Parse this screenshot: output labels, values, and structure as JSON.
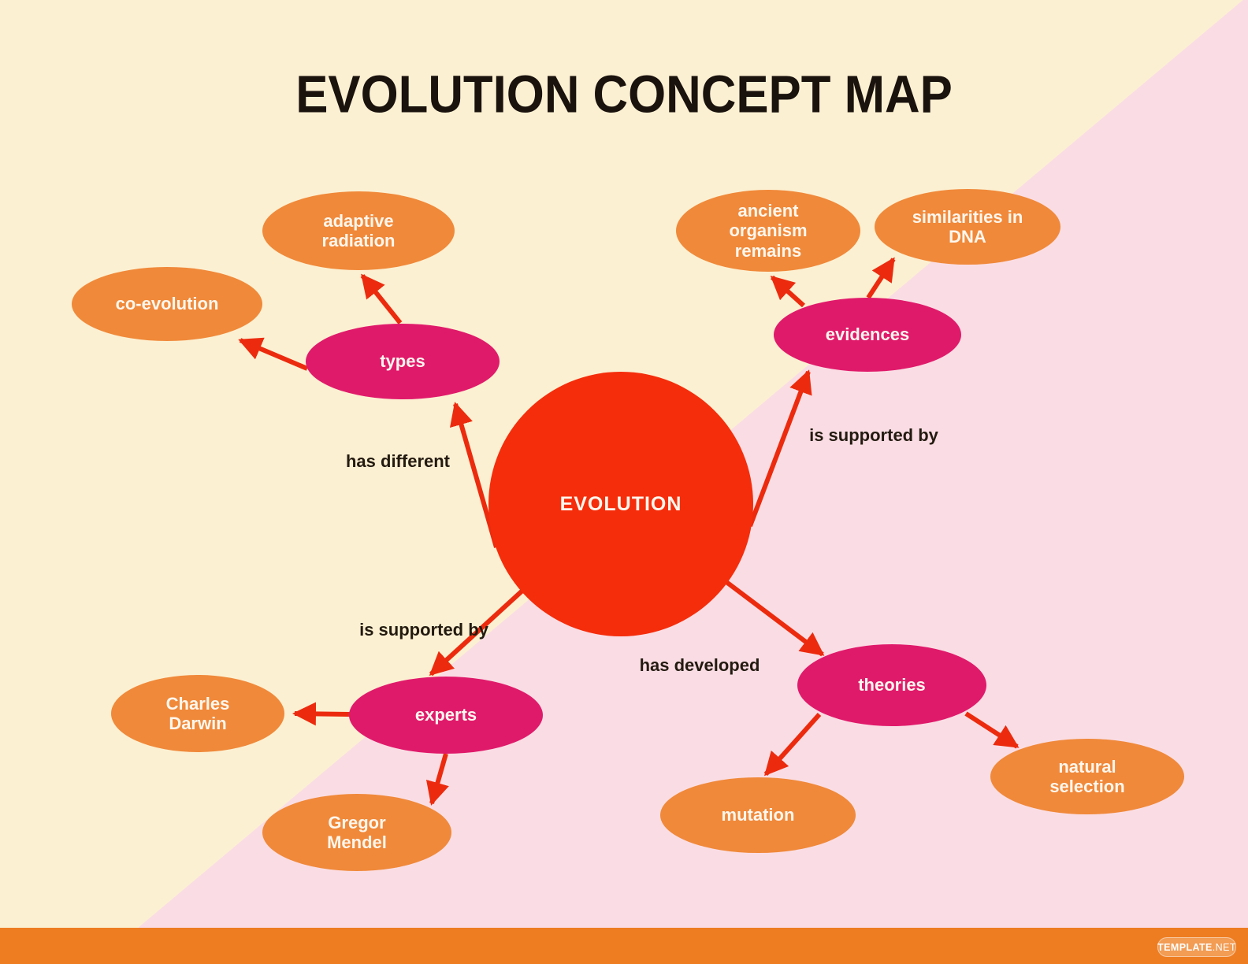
{
  "title": "EVOLUTION CONCEPT MAP",
  "nodes": {
    "center": {
      "label": "EVOLUTION"
    },
    "types": {
      "label": "types"
    },
    "evidences": {
      "label": "evidences"
    },
    "experts": {
      "label": "experts"
    },
    "theories": {
      "label": "theories"
    },
    "adaptive_radiation": {
      "label": "adaptive radiation"
    },
    "co_evolution": {
      "label": "co-evolution"
    },
    "ancient_organism_remains": {
      "label": "ancient organism remains"
    },
    "similarities_in_dna": {
      "label": "similarities in DNA"
    },
    "charles_darwin": {
      "label": "Charles Darwin"
    },
    "gregor_mendel": {
      "label": "Gregor Mendel"
    },
    "mutation": {
      "label": "mutation"
    },
    "natural_selection": {
      "label": "natural selection"
    }
  },
  "edge_labels": {
    "types": "has different",
    "evidences": "is supported by",
    "experts": "is supported by",
    "theories": "has developed"
  },
  "footer": {
    "brand_name": "TEMPLATE",
    "brand_tld": ".NET"
  },
  "colors": {
    "background_cream": "#FCF0D2",
    "background_pink": "#FADDE4",
    "center_red": "#F52D0B",
    "category_magenta": "#E01A6B",
    "leaf_orange": "#F0893A",
    "arrow_red": "#EC2B0E",
    "footer_orange": "#EE7D22",
    "title_text": "#1A120D",
    "edge_label_text": "#231A10",
    "node_text": "#FFF7EE"
  }
}
